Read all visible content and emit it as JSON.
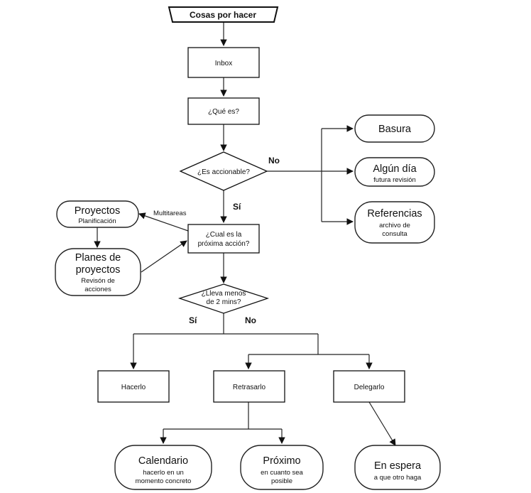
{
  "nodes": {
    "start": {
      "label": "Cosas por hacer"
    },
    "inbox": {
      "label": "Inbox"
    },
    "que_es": {
      "label": "¿Qué es?"
    },
    "accionable": {
      "label": "¿Es accionable?"
    },
    "basura": {
      "label": "Basura"
    },
    "algun_dia": {
      "label": "Algún día",
      "sub": "futura revisión"
    },
    "referencias": {
      "label": "Referencias",
      "sub1": "archivo de",
      "sub2": "consulta"
    },
    "proyectos": {
      "label": "Proyectos",
      "sub": "Planificación"
    },
    "planes": {
      "label1": "Planes de",
      "label2": "proyectos",
      "sub1": "Revisón de",
      "sub2": "acciones"
    },
    "proxima_accion": {
      "label1": "¿Cual es la",
      "label2": "próxima acción?"
    },
    "dos_mins": {
      "label1": "¿Lleva menos",
      "label2": "de 2 mins?"
    },
    "hacerlo": {
      "label": "Hacerlo"
    },
    "retrasarlo": {
      "label": "Retrasarlo"
    },
    "delegarlo": {
      "label": "Delegarlo"
    },
    "calendario": {
      "label": "Calendario",
      "sub1": "hacerlo en un",
      "sub2": "momento concreto"
    },
    "proximo": {
      "label": "Próximo",
      "sub1": "en cuanto sea",
      "sub2": "posible"
    },
    "en_espera": {
      "label": "En espera",
      "sub": "a que otro haga"
    }
  },
  "edge_labels": {
    "no_accionable": "No",
    "si_accionable": "Sí",
    "multitareas": "Multitareas",
    "si_2mins": "Sí",
    "no_2mins": "No"
  }
}
